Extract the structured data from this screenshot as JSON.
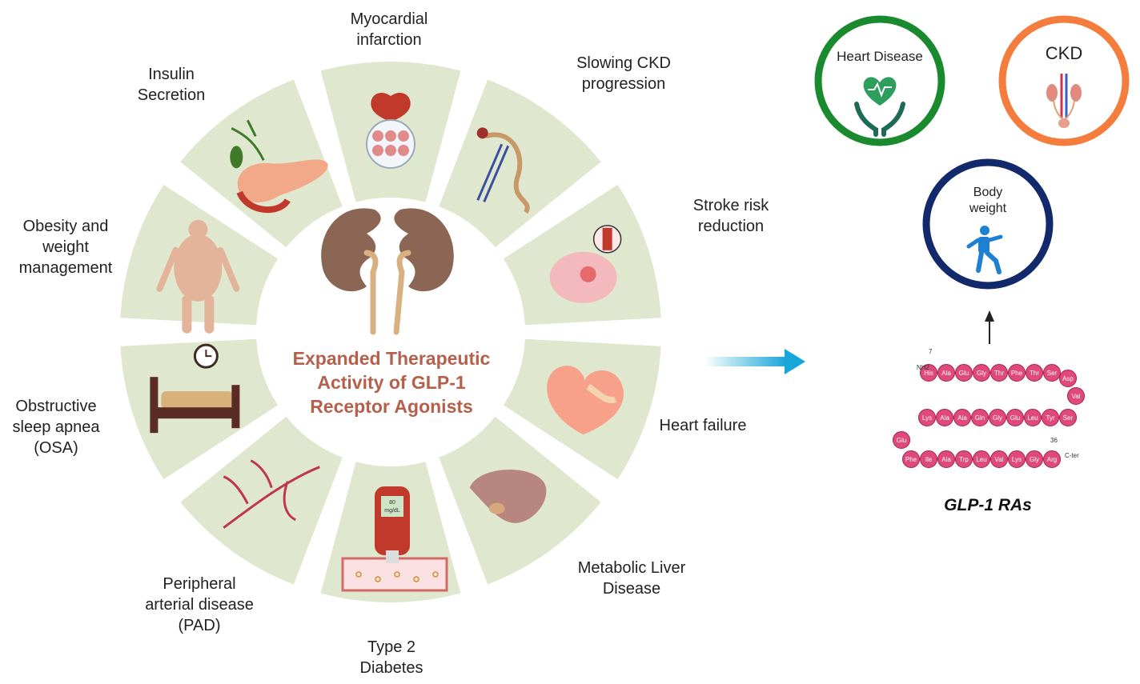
{
  "center_title": [
    "Expanded Therapeutic",
    "Activity of GLP-1",
    "Receptor Agonists"
  ],
  "segments": [
    {
      "label": [
        "Myocardial",
        "infarction"
      ],
      "icon": "heart-microscope-icon"
    },
    {
      "label": [
        "Slowing CKD",
        "progression"
      ],
      "icon": "nephron-icon"
    },
    {
      "label": [
        "Stroke risk",
        "reduction"
      ],
      "icon": "brain-icon"
    },
    {
      "label": [
        "Heart failure"
      ],
      "icon": "enlarged-heart-icon"
    },
    {
      "label": [
        "Metabolic Liver",
        "Disease"
      ],
      "icon": "liver-icon"
    },
    {
      "label": [
        "Type 2",
        "Diabetes"
      ],
      "icon": "glucometer-icon",
      "meter_value": "80",
      "meter_unit": "mg/dL"
    },
    {
      "label": [
        "Peripheral",
        "arterial disease",
        "(PAD)"
      ],
      "icon": "arteries-icon"
    },
    {
      "label": [
        "Obstructive",
        "sleep apnea",
        "(OSA)"
      ],
      "icon": "bed-clock-icon"
    },
    {
      "label": [
        "Obesity and",
        "weight",
        "management"
      ],
      "icon": "obese-body-icon"
    },
    {
      "label": [
        "Insulin",
        "Secretion"
      ],
      "icon": "pancreas-icon"
    }
  ],
  "outcomes": {
    "heart_disease": {
      "label": "Heart Disease",
      "color": "#1a8a2e",
      "icon": "heart-hands-icon"
    },
    "ckd": {
      "label": "CKD",
      "color": "#f47c3c",
      "icon": "urinary-system-icon"
    },
    "body_weight": {
      "label": [
        "Body",
        "weight"
      ],
      "color": "#122a6b",
      "icon": "exercising-person-icon"
    }
  },
  "peptide": {
    "title": "GLP-1 RAs",
    "start_number": "7",
    "end_number": "36",
    "n_terminal": "NH2",
    "c_terminal": "C-ter",
    "row1": [
      "His",
      "Ala",
      "Glu",
      "Gly",
      "Thr",
      "Phe",
      "Thr",
      "Ser"
    ],
    "turn1": [
      "Asp",
      "Val"
    ],
    "row2": [
      "Ser",
      "Tyr",
      "Leu",
      "Glu",
      "Gly",
      "Gln",
      "Ala",
      "Ala",
      "Lys"
    ],
    "turn2": [
      "Glu"
    ],
    "row3": [
      "Phe",
      "Ile",
      "Ala",
      "Trp",
      "Leu",
      "Val",
      "Lys",
      "Gly",
      "Arg"
    ]
  },
  "colors": {
    "segment_fill": "#dfe8cf",
    "title": "#b5604a",
    "kidney": "#8b6654",
    "ureter": "#d9b07f",
    "arrow": "#17a6d8",
    "residue": "#e04a7a",
    "residue_stroke": "#a3224d"
  }
}
